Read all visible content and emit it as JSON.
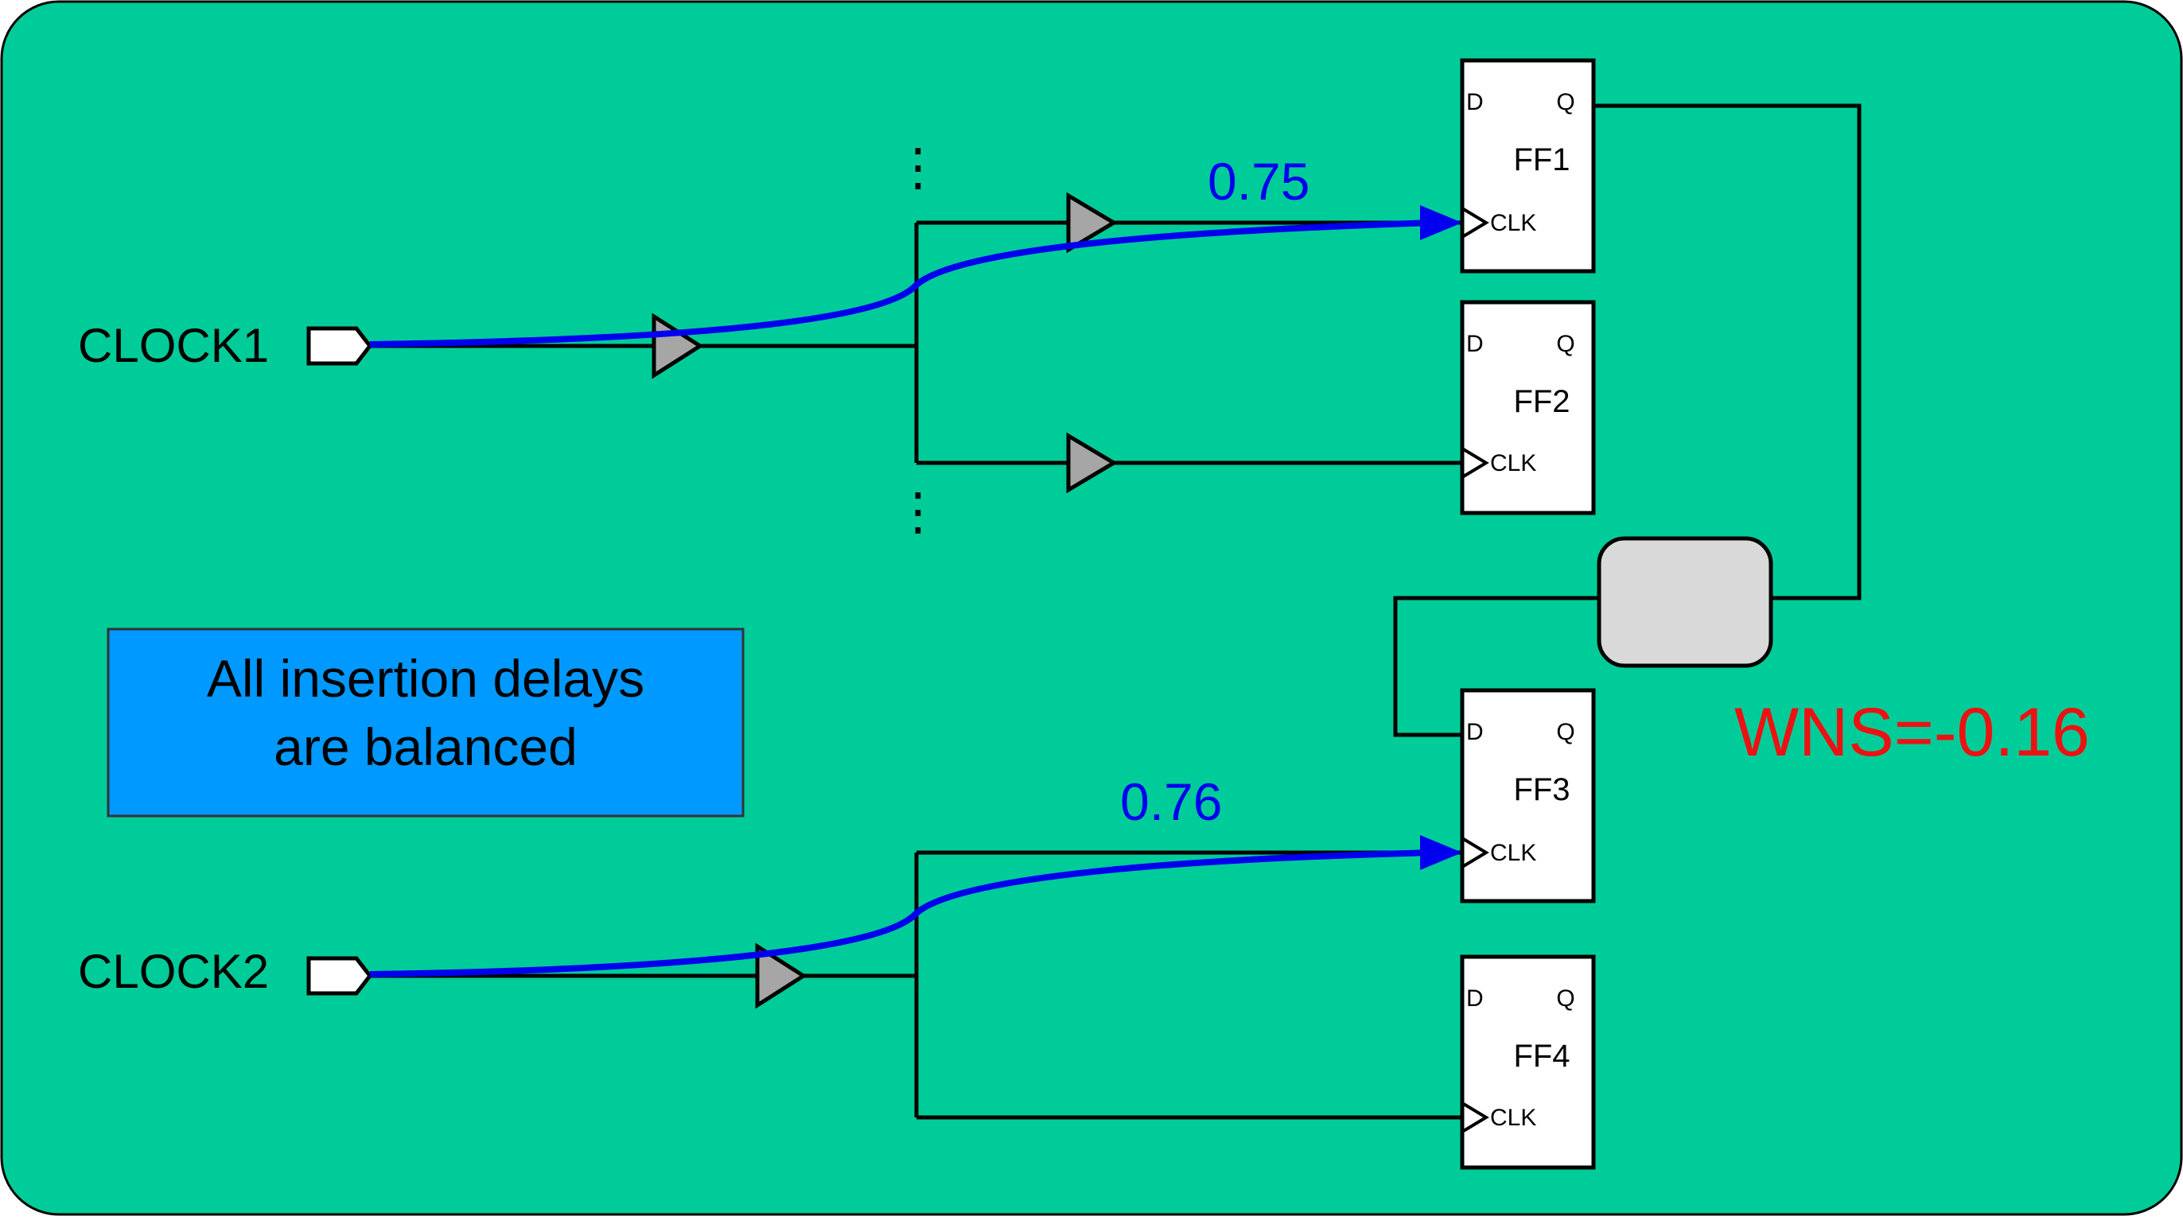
{
  "diagram": {
    "inputs": [
      {
        "label": "CLOCK1"
      },
      {
        "label": "CLOCK2"
      }
    ],
    "flipflops": [
      {
        "name": "FF1",
        "d_pin": "D",
        "q_pin": "Q",
        "clk_pin": "CLK"
      },
      {
        "name": "FF2",
        "d_pin": "D",
        "q_pin": "Q",
        "clk_pin": "CLK"
      },
      {
        "name": "FF3",
        "d_pin": "D",
        "q_pin": "Q",
        "clk_pin": "CLK"
      },
      {
        "name": "FF4",
        "d_pin": "D",
        "q_pin": "Q",
        "clk_pin": "CLK"
      }
    ],
    "delays": {
      "clock1_path": "0.75",
      "clock2_path": "0.76"
    },
    "note": {
      "line1": "All insertion delays",
      "line2": "are balanced"
    },
    "wns": "WNS=-0.16",
    "ellipsis": "⋮"
  },
  "colors": {
    "background": "#00CC99",
    "path_highlight": "#0000EE",
    "wns_text": "#EE1111",
    "note_box": "#0099FF",
    "buffer_fill": "#A6A6A6",
    "logic_cloud": "#D9D9D9"
  }
}
